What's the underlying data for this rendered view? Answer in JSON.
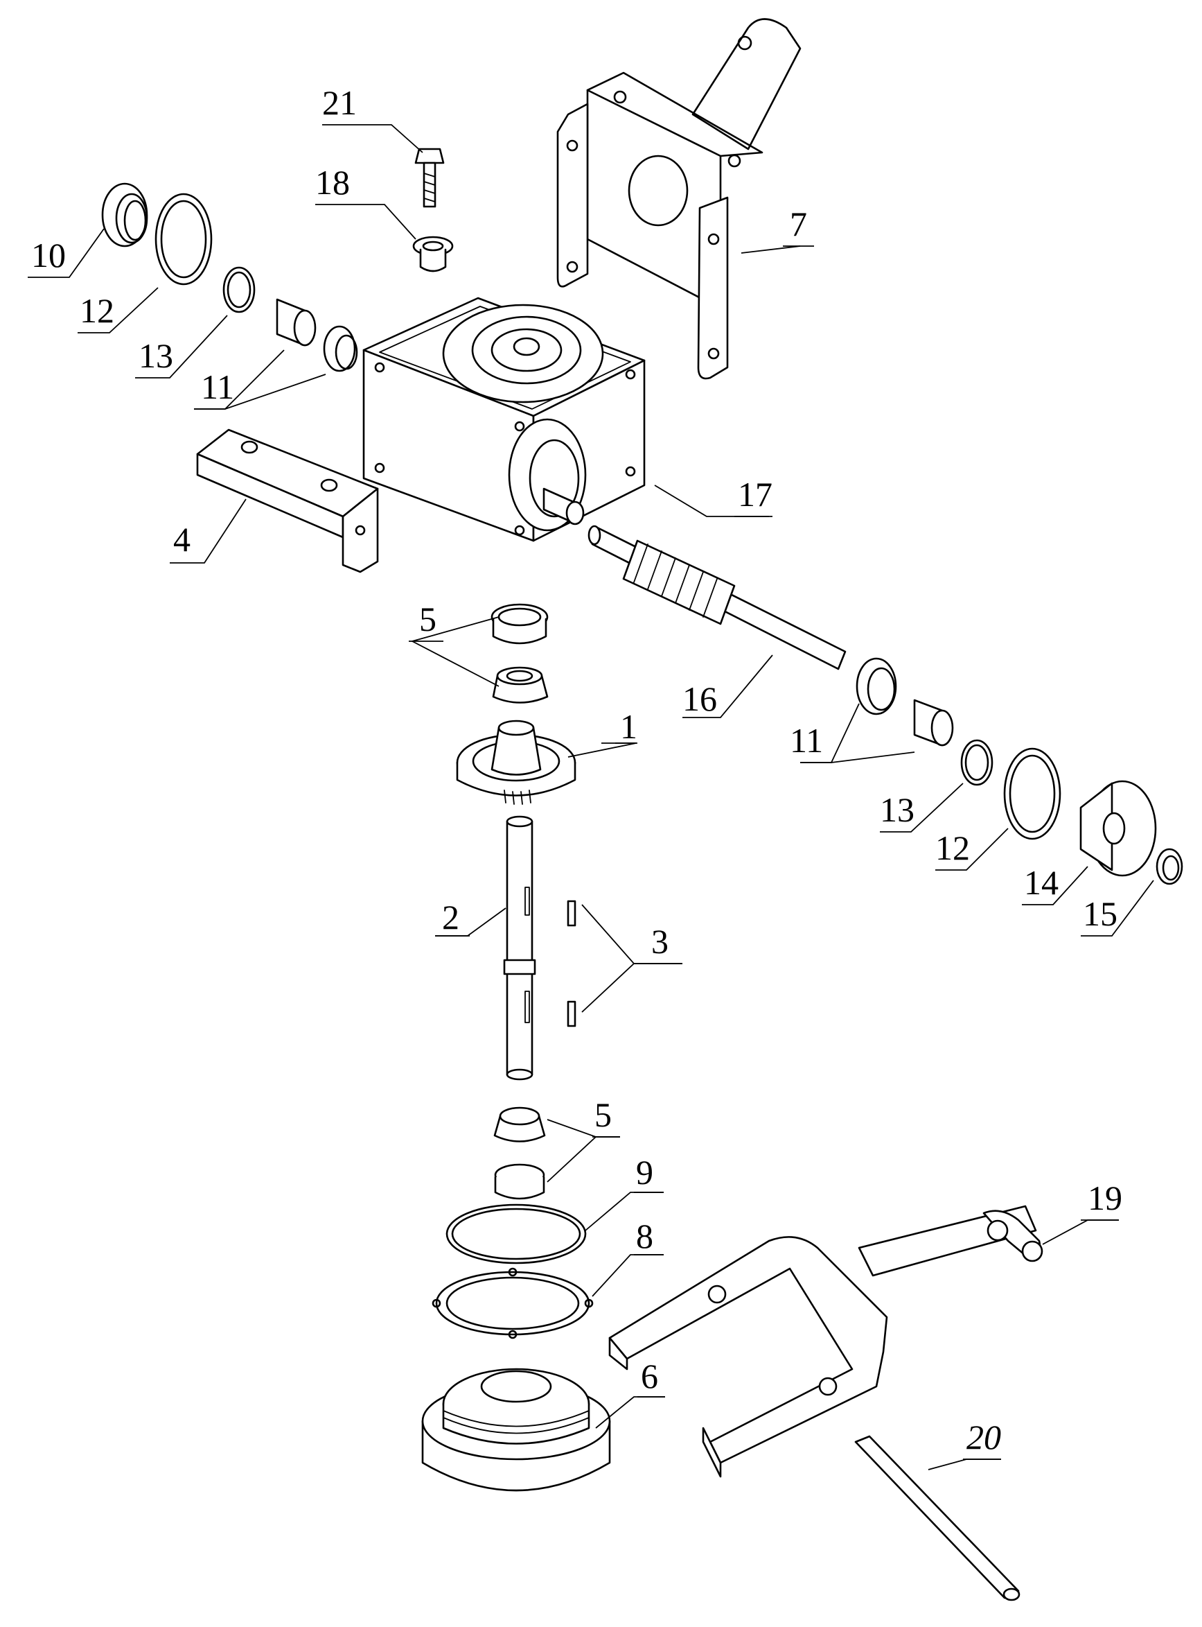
{
  "labels": {
    "p1": "1",
    "p2": "2",
    "p3": "3",
    "p4": "4",
    "p5a": "5",
    "p5b": "5",
    "p6": "6",
    "p7": "7",
    "p8": "8",
    "p9": "9",
    "p10": "10",
    "p11a": "11",
    "p11b": "11",
    "p12a": "12",
    "p12b": "12",
    "p13a": "13",
    "p13b": "13",
    "p14": "14",
    "p15": "15",
    "p16": "16",
    "p17": "17",
    "p18": "18",
    "p19": "19",
    "p20": "20",
    "p21": "21"
  }
}
